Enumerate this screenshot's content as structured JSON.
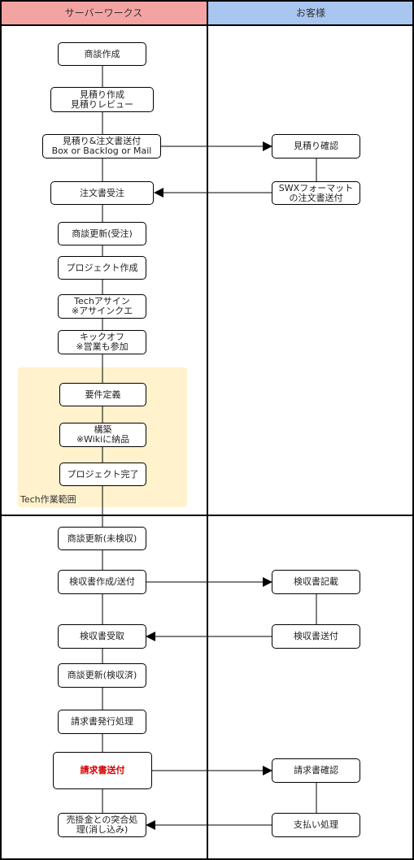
{
  "lanes": {
    "left": "サーバーワークス",
    "right": "お客様"
  },
  "tech_area_label": "Tech作業範囲",
  "nodes": {
    "n1": {
      "lines": [
        "商談作成"
      ]
    },
    "n2": {
      "lines": [
        "見積り作成",
        "見積りレビュー"
      ]
    },
    "n3": {
      "lines": [
        "見積り&注文書送付",
        "Box or Backlog or Mail"
      ]
    },
    "n4": {
      "lines": [
        "注文書受注"
      ]
    },
    "n5": {
      "lines": [
        "商談更新(受注)"
      ]
    },
    "n6": {
      "lines": [
        "プロジェクト作成"
      ]
    },
    "n7": {
      "lines": [
        "Techアサイン",
        "※アサインクエ"
      ]
    },
    "n8": {
      "lines": [
        "キックオフ",
        "※営業も参加"
      ]
    },
    "n9": {
      "lines": [
        "要件定義"
      ]
    },
    "n10": {
      "lines": [
        "構築",
        "※Wikiに納品"
      ]
    },
    "n11": {
      "lines": [
        "プロジェクト完了"
      ]
    },
    "n12": {
      "lines": [
        "商談更新(未検収)"
      ]
    },
    "n13": {
      "lines": [
        "検収書作成/送付"
      ]
    },
    "n14": {
      "lines": [
        "検収書受取"
      ]
    },
    "n15": {
      "lines": [
        "商談更新(検収済)"
      ]
    },
    "n16": {
      "lines": [
        "請求書発行処理"
      ]
    },
    "n17": {
      "lines": [
        "請求書送付"
      ]
    },
    "n18": {
      "lines": [
        "売掛金との突合処",
        "理(消し込み)"
      ]
    },
    "c1": {
      "lines": [
        "見積り確認"
      ]
    },
    "c2": {
      "lines": [
        "SWXフォーマット",
        "の注文書送付"
      ]
    },
    "c3": {
      "lines": [
        "検収書記載"
      ]
    },
    "c4": {
      "lines": [
        "検収書送付"
      ]
    },
    "c5": {
      "lines": [
        "請求書確認"
      ]
    },
    "c6": {
      "lines": [
        "支払い処理"
      ]
    }
  }
}
